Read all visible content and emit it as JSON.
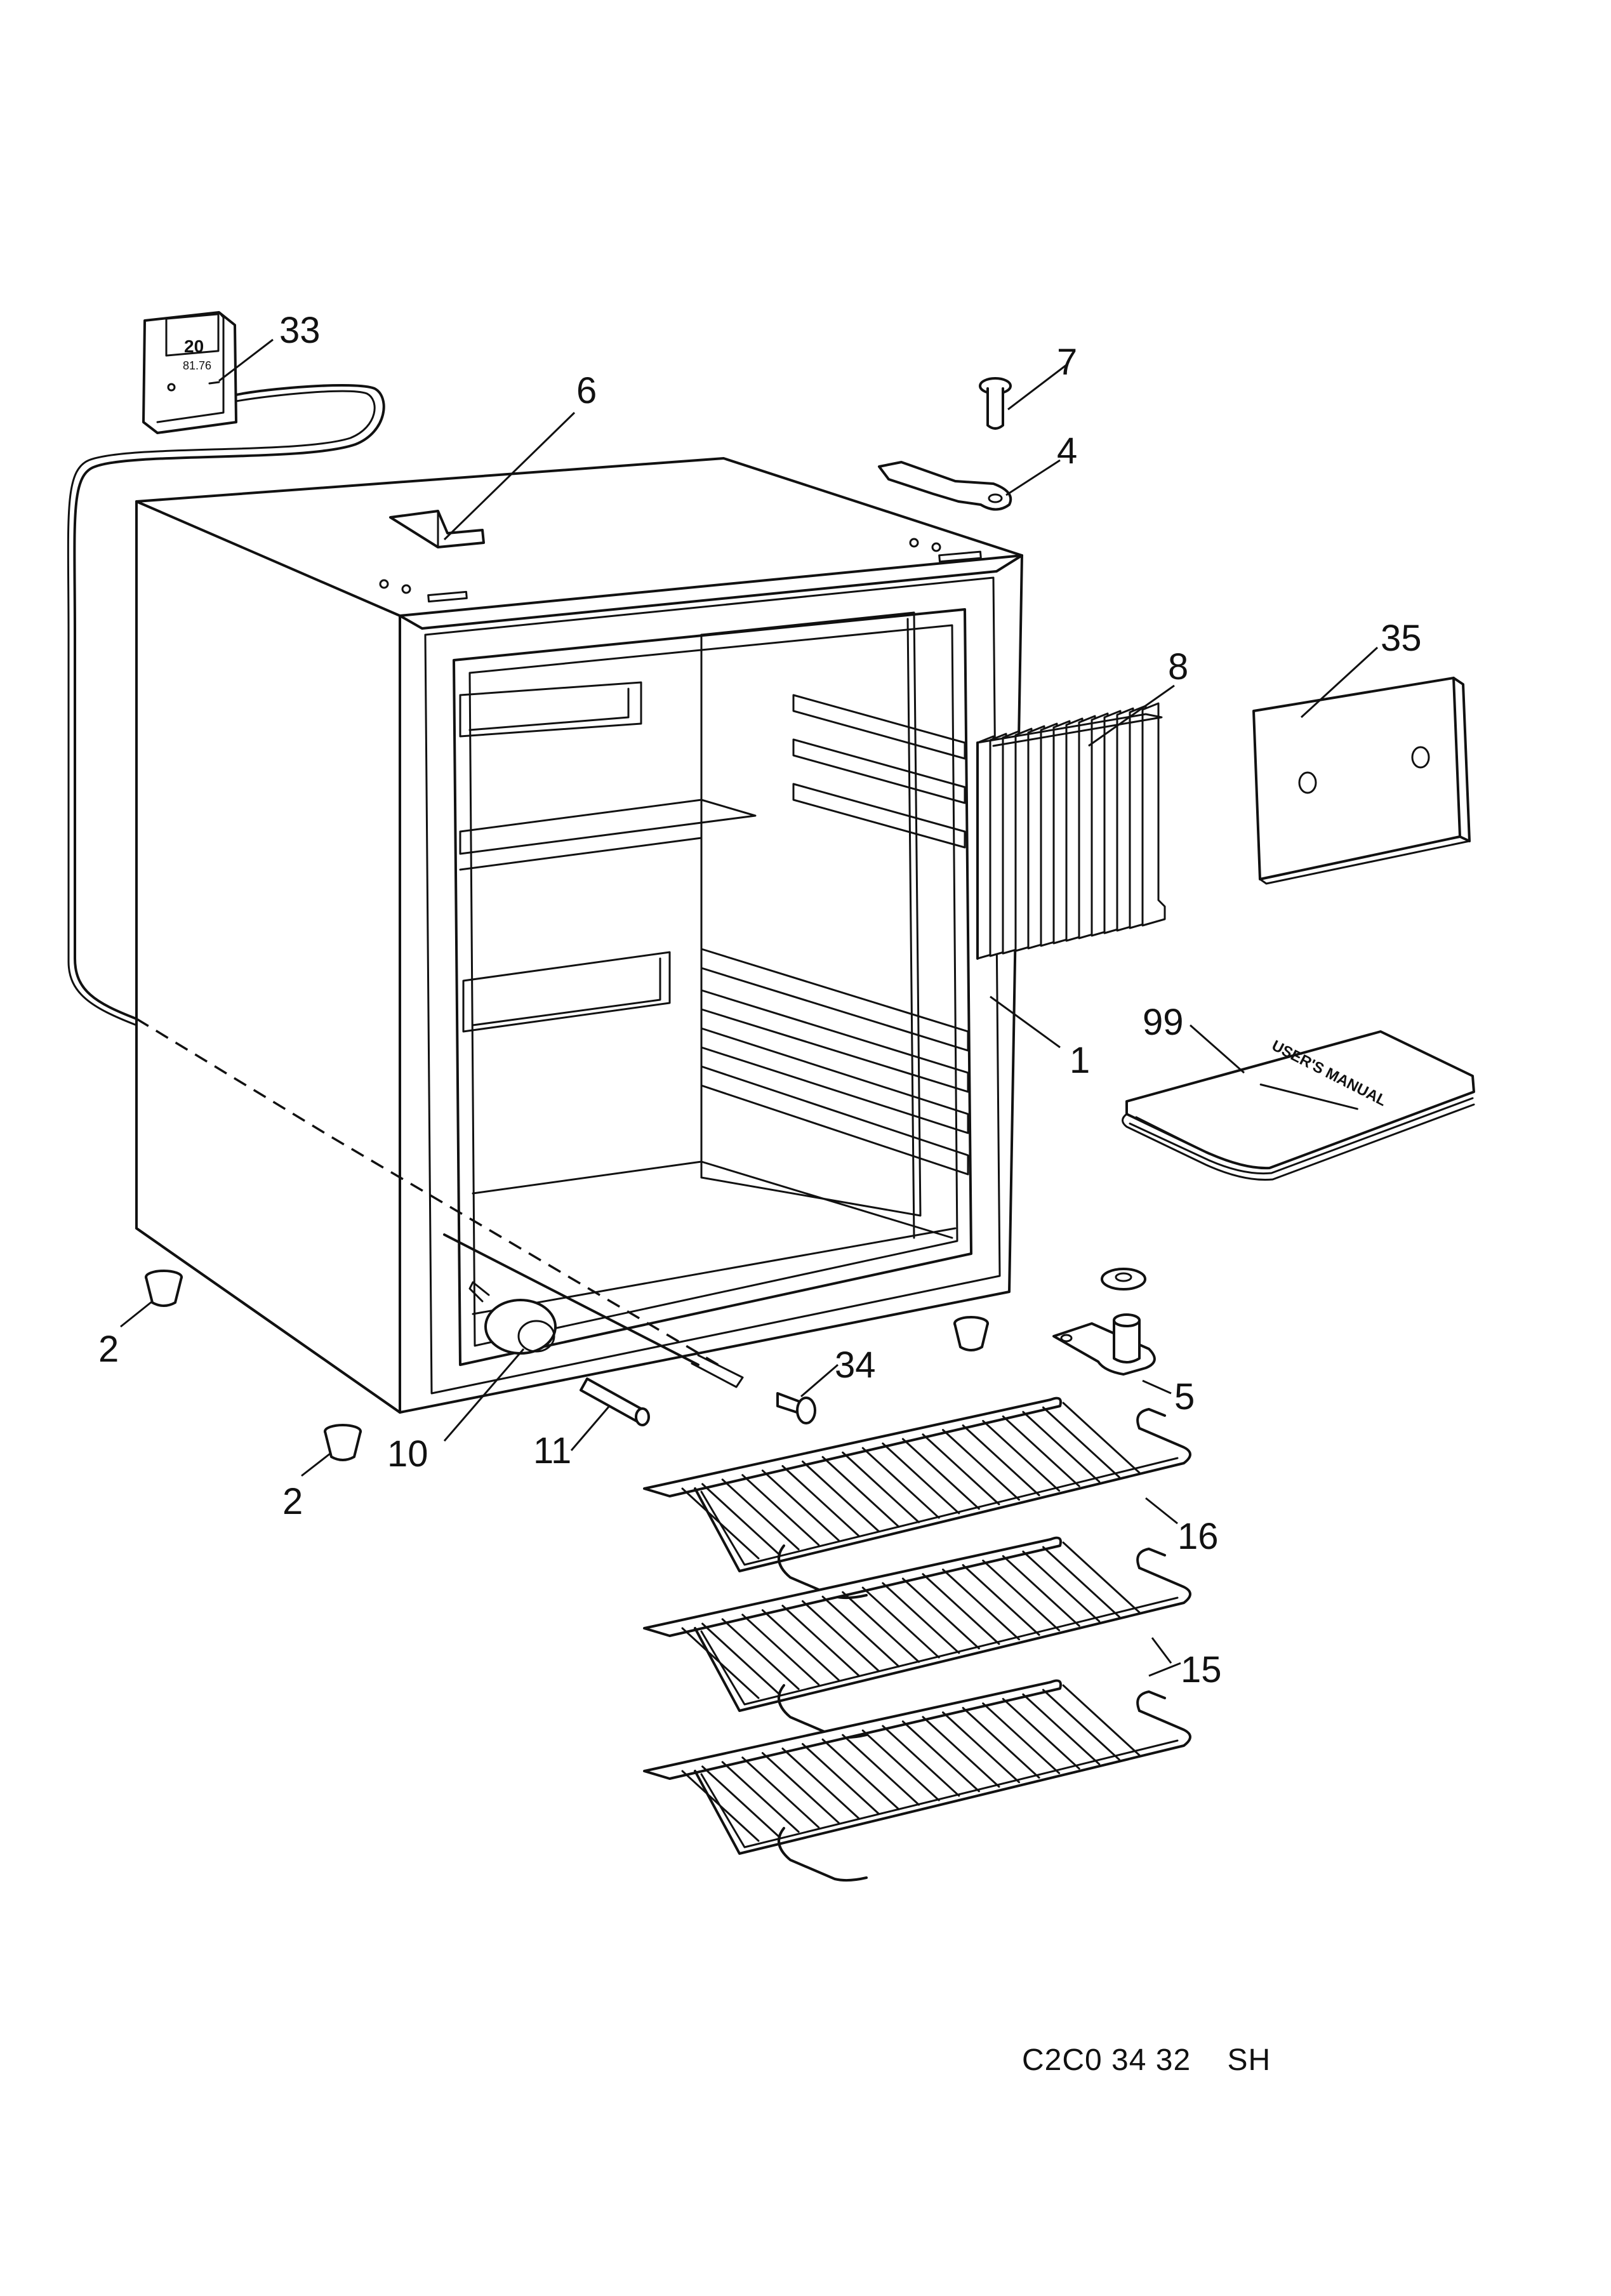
{
  "drawing_code": "C2C0 34 32    SH",
  "callouts": {
    "c1": "1",
    "c2a": "2",
    "c2b": "2",
    "c4": "4",
    "c5": "5",
    "c6": "6",
    "c7": "7",
    "c8": "8",
    "c10": "10",
    "c11": "11",
    "c15": "15",
    "c16": "16",
    "c33": "33",
    "c34": "34",
    "c35": "35",
    "c99": "99"
  },
  "manual": {
    "title": "USER'S MANUAL"
  },
  "thermometer": {
    "display_top": "20",
    "display_bottom": "81.76"
  }
}
